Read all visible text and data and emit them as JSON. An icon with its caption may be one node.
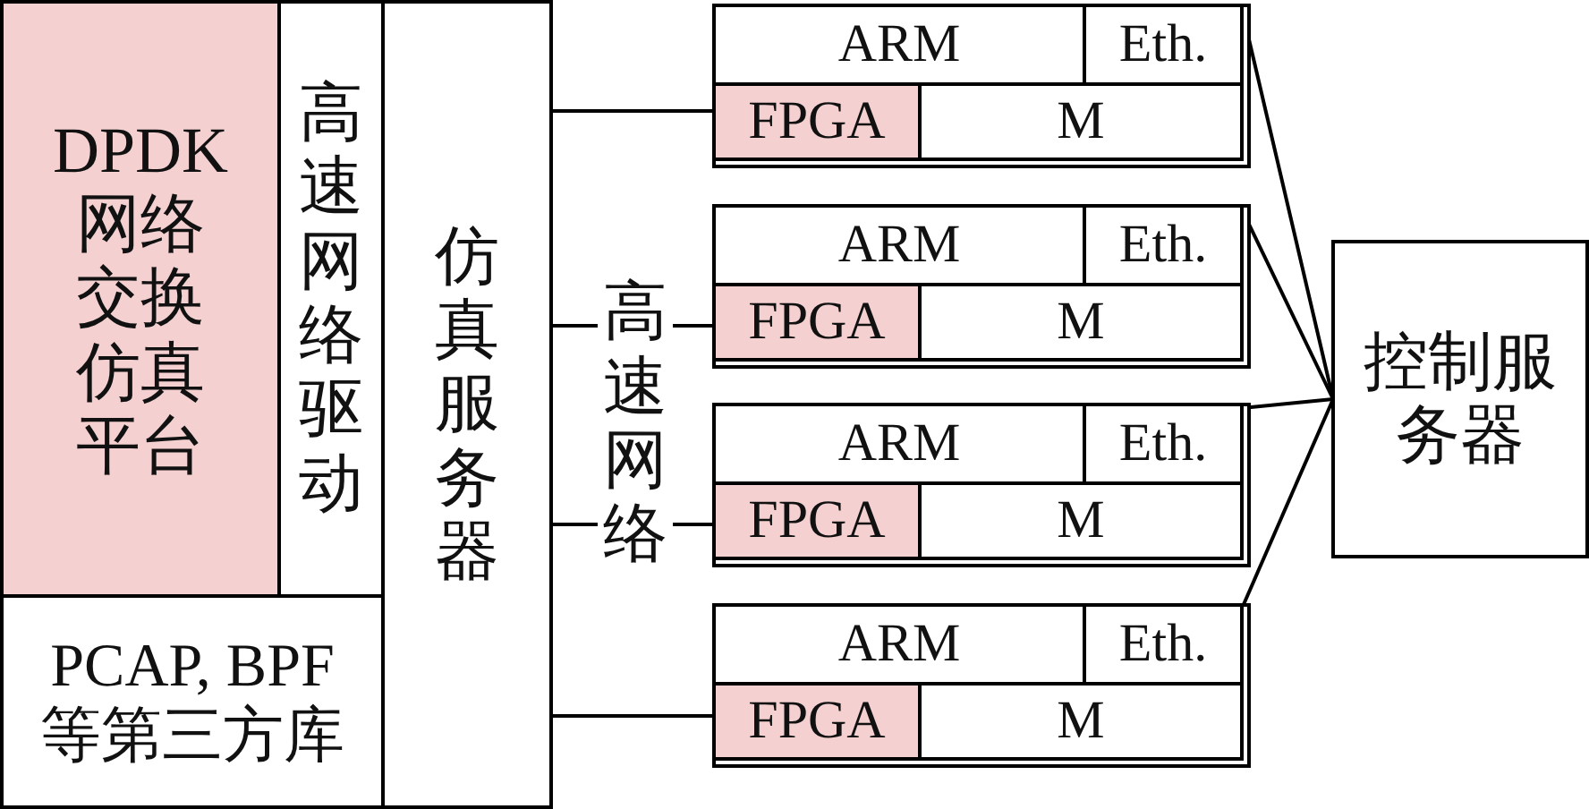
{
  "diagram": {
    "nodes": [
      {
        "text": [
          "DPDK 网络交换仿真平台"
        ]
      },
      {
        "text": [
          "高速网络驱动"
        ]
      },
      {
        "text": [
          "PCAP, BPF 等第三方库"
        ]
      },
      {
        "text": [
          "仿真服务器"
        ]
      },
      {
        "text": [
          "高速网络"
        ]
      },
      {
        "text": [],
        "shape": "box"
      },
      {
        "text": [
          "ARM"
        ],
        "in": 5
      },
      {
        "text": [
          "Eth."
        ],
        "in": 5
      },
      {
        "text": [
          "FPGA"
        ],
        "in": 5
      },
      {
        "text": [
          "M"
        ],
        "in": 5
      },
      {
        "text": [],
        "shape": "box"
      },
      {
        "text": [
          "ARM"
        ],
        "in": 10
      },
      {
        "text": [
          "Eth."
        ],
        "in": 10
      },
      {
        "text": [
          "FPGA"
        ],
        "in": 10
      },
      {
        "text": [
          "M"
        ],
        "in": 10
      },
      {
        "text": [],
        "shape": "box"
      },
      {
        "text": [
          "ARM"
        ],
        "in": 15
      },
      {
        "text": [
          "Eth."
        ],
        "in": 15
      },
      {
        "text": [
          "FPGA"
        ],
        "in": 15
      },
      {
        "text": [
          "M"
        ],
        "in": 15
      },
      {
        "text": [],
        "shape": "box"
      },
      {
        "text": [
          "ARM"
        ],
        "in": 20
      },
      {
        "text": [
          "Eth."
        ],
        "in": 20
      },
      {
        "text": [
          "FPGA"
        ],
        "in": 20
      },
      {
        "text": [
          "M"
        ],
        "in": 20
      },
      {
        "text": [
          "控制服务器"
        ]
      }
    ],
    "edges": [
      {
        "from": 3,
        "to": 5,
        "arrow": "none"
      },
      {
        "from": 3,
        "to": 4,
        "arrow": "none"
      },
      {
        "from": 4,
        "to": 10,
        "arrow": "none"
      },
      {
        "from": 3,
        "to": 4,
        "arrow": "none"
      },
      {
        "from": 4,
        "to": 15,
        "arrow": "none"
      },
      {
        "from": 3,
        "to": 20,
        "arrow": "none"
      },
      {
        "from": 7,
        "to": 25,
        "arrow": "none"
      },
      {
        "from": 12,
        "to": 25,
        "arrow": "none"
      },
      {
        "from": 17,
        "to": 25,
        "arrow": "none"
      },
      {
        "from": 22,
        "to": 25,
        "arrow": "none"
      }
    ]
  }
}
